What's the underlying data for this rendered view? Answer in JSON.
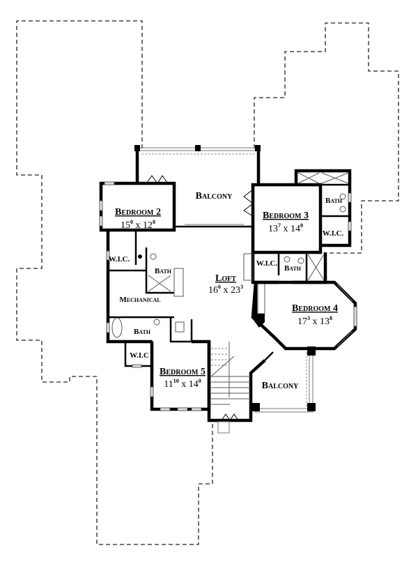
{
  "rooms": {
    "bedroom2": {
      "name": "Bedroom 2",
      "w": "15",
      "w_in": "0",
      "x": "x",
      "h": "12",
      "h_in": "8"
    },
    "bedroom3": {
      "name": "Bedroom 3",
      "w": "13",
      "w_in": "7",
      "x": "x",
      "h": "14",
      "h_in": "0"
    },
    "loft": {
      "name": "Loft",
      "w": "16",
      "w_in": "6",
      "x": "x",
      "h": "23",
      "h_in": "3"
    },
    "bedroom4": {
      "name": "Bedroom 4",
      "w": "17",
      "w_in": "3",
      "x": "x",
      "h": "13",
      "h_in": "8"
    },
    "bedroom5": {
      "name": "Bedroom 5",
      "w": "11",
      "w_in": "10",
      "x": "x",
      "h": "14",
      "h_in": "0"
    }
  },
  "labels": {
    "balcony_top": "Balcony",
    "balcony_bottom": "Balcony",
    "bath_b2": "Bath",
    "bath_b3": "Bath",
    "bath_b3_lower": "Bath",
    "bath_b5": "Bath",
    "wic_b2": "W.I.C.",
    "wic_b3": "W.I.C.",
    "wic_b4": "W.I.C.",
    "wic_b5": "W.I.C",
    "mechanical": "Mechanical"
  }
}
